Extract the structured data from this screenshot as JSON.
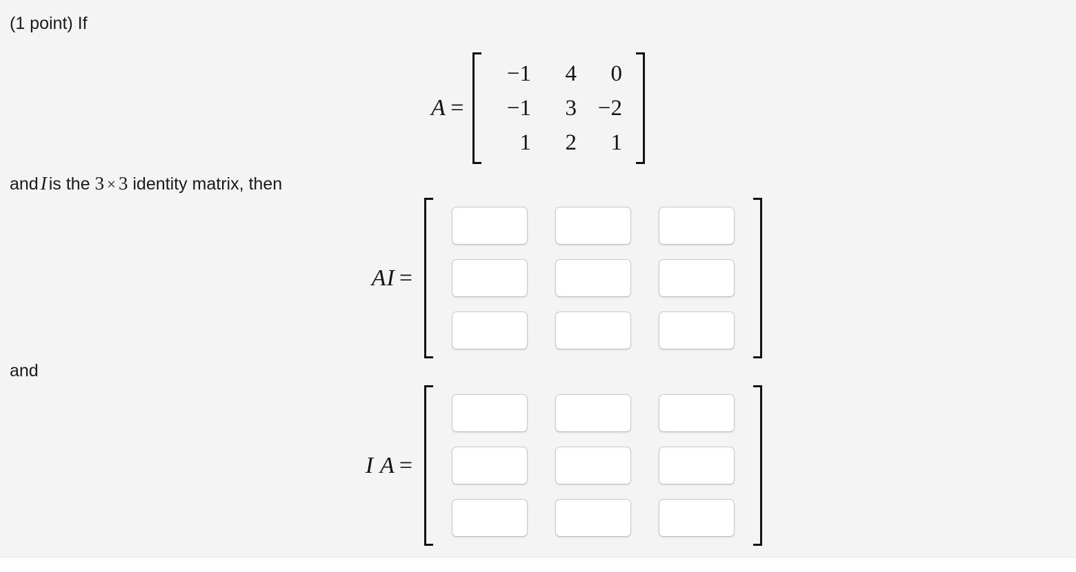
{
  "problem": {
    "points_text": "(1 point) If",
    "line_and_identity": {
      "prefix": "and",
      "symbol": "I",
      "middle": "is the",
      "dim_rows": "3",
      "times": "×",
      "dim_cols": "3",
      "suffix": "identity matrix, then"
    },
    "line_and": "and"
  },
  "matrix_a": {
    "label": "A",
    "equals": "=",
    "rows": [
      [
        "−1",
        "4",
        "0"
      ],
      [
        "−1",
        "3",
        "−2"
      ],
      [
        "1",
        "2",
        "1"
      ]
    ]
  },
  "answers": [
    {
      "id": "AI",
      "label": "AI",
      "equals": "=",
      "placeholder": "",
      "values": [
        [
          "",
          "",
          ""
        ],
        [
          "",
          "",
          ""
        ],
        [
          "",
          "",
          ""
        ]
      ]
    },
    {
      "id": "IA",
      "label": "I A",
      "equals": "=",
      "placeholder": "",
      "values": [
        [
          "",
          "",
          ""
        ],
        [
          "",
          "",
          ""
        ],
        [
          "",
          "",
          ""
        ]
      ]
    }
  ],
  "colors": {
    "background": "#f4f4f4",
    "text": "#1a1a1a",
    "bracket": "#111111",
    "input_border": "#c9c9c9",
    "input_background": "#ffffff"
  }
}
